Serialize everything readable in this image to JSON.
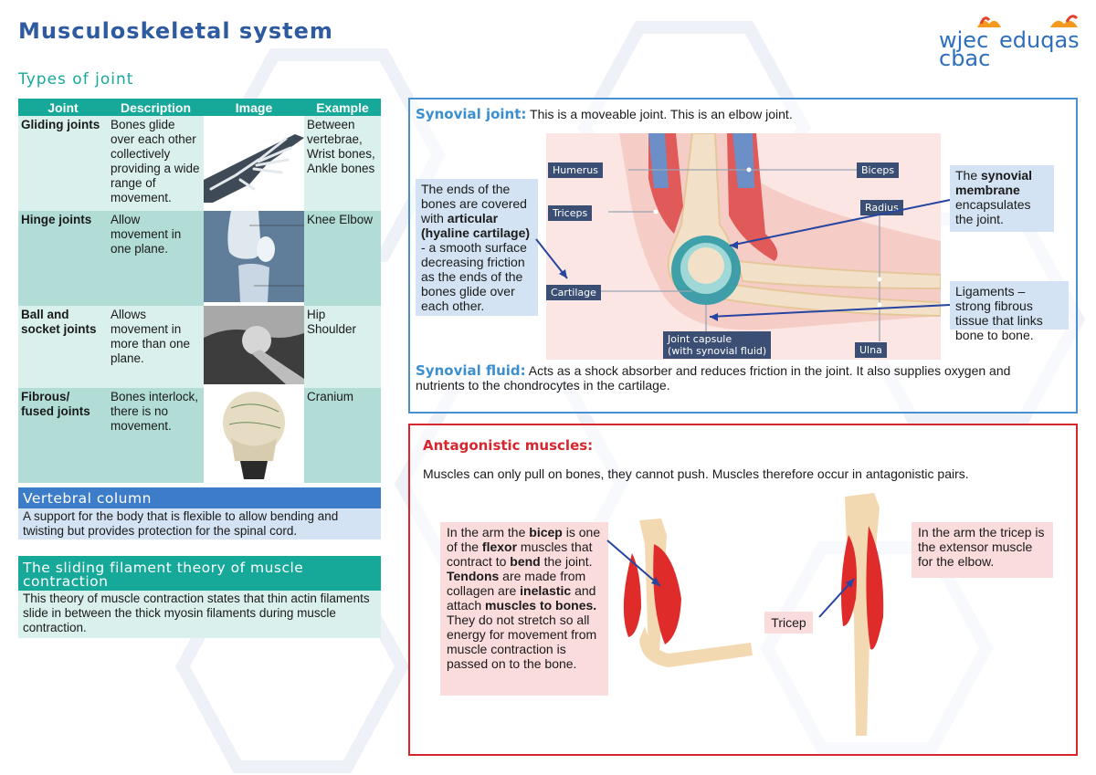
{
  "page": {
    "title": "Musculoskeletal system",
    "subtitle": "Types of joint"
  },
  "logo": {
    "line1a": "wjec",
    "line1b": "eduqas",
    "line2": "cbac"
  },
  "joints_table": {
    "headers": [
      "Joint",
      "Description",
      "Image",
      "Example"
    ],
    "rows": [
      {
        "joint": "Gliding joints",
        "description": "Bones glide over each other collectively providing a wide range of movement.",
        "image": "hand-xray",
        "example": "Between vertebrae, Wrist bones, Ankle bones"
      },
      {
        "joint": "Hinge joints",
        "description": "Allow movement in one plane.",
        "image": "knee-xray",
        "example": "Knee Elbow"
      },
      {
        "joint": "Ball and socket joints",
        "description": "Allows movement in more than one plane.",
        "image": "hip-xray",
        "example": "Hip Shoulder"
      },
      {
        "joint": "Fibrous/ fused joints",
        "description": "Bones interlock, there is no movement.",
        "image": "skull",
        "example": "Cranium"
      }
    ]
  },
  "vertebral": {
    "title": "Vertebral column",
    "text": "A support for the body that is flexible to allow bending and twisting but provides protection for the spinal cord."
  },
  "sliding": {
    "title": "The sliding filament theory of muscle contraction",
    "text": "This theory of muscle contraction states that thin actin filaments slide in between the thick myosin filaments during muscle contraction."
  },
  "synovial": {
    "title": "Synovial joint:",
    "text": "This is a moveable joint. This is an elbow joint.",
    "fluid_title": "Synovial fluid:",
    "fluid_text": "Acts as a shock absorber and reduces friction in the joint. It also supplies oxygen and nutrients to the chondrocytes in the cartilage.",
    "ends_callout": {
      "part1": "The ends of the bones are covered with ",
      "bold": "articular (hyaline cartilage)",
      "part2": " - a smooth surface decreasing friction as the ends of the bones glide over each other."
    },
    "membrane_callout": {
      "part1": "The ",
      "bold": "synovial membrane",
      "part2": " encapsulates the joint."
    },
    "ligament_callout": "Ligaments – strong fibrous tissue that links bone to bone.",
    "labels": {
      "humerus": "Humerus",
      "triceps": "Triceps",
      "cartilage": "Cartilage",
      "biceps": "Biceps",
      "radius": "Radius",
      "ulna": "Ulna",
      "capsule_1": "Joint capsule",
      "capsule_2": "(with synovial fluid)"
    }
  },
  "antagonistic": {
    "title": "Antagonistic muscles:",
    "intro": "Muscles can only pull on bones, they cannot push. Muscles therefore occur in antagonistic pairs.",
    "bicep": {
      "t1": "In the arm the ",
      "b1": "bicep",
      "t2": " is one of the ",
      "b2": "flexor",
      "t3": " muscles that contract to ",
      "b3": "bend",
      "t4": " the joint. ",
      "b4": "Tendons",
      "t5": " are made from collagen are ",
      "b5": "inelastic",
      "t6": " and attach ",
      "b6": "muscles to bones.",
      "t7": " They do not stretch so all energy for movement from muscle contraction is passed on to the bone."
    },
    "tricep_text": "In the arm the tricep is the extensor muscle for the elbow.",
    "tricep_label": "Tricep"
  },
  "colors": {
    "title_blue": "#2e5aa0",
    "teal": "#16a99a",
    "synovial_border": "#4a90d0",
    "antagonistic_border": "#d6262e"
  }
}
